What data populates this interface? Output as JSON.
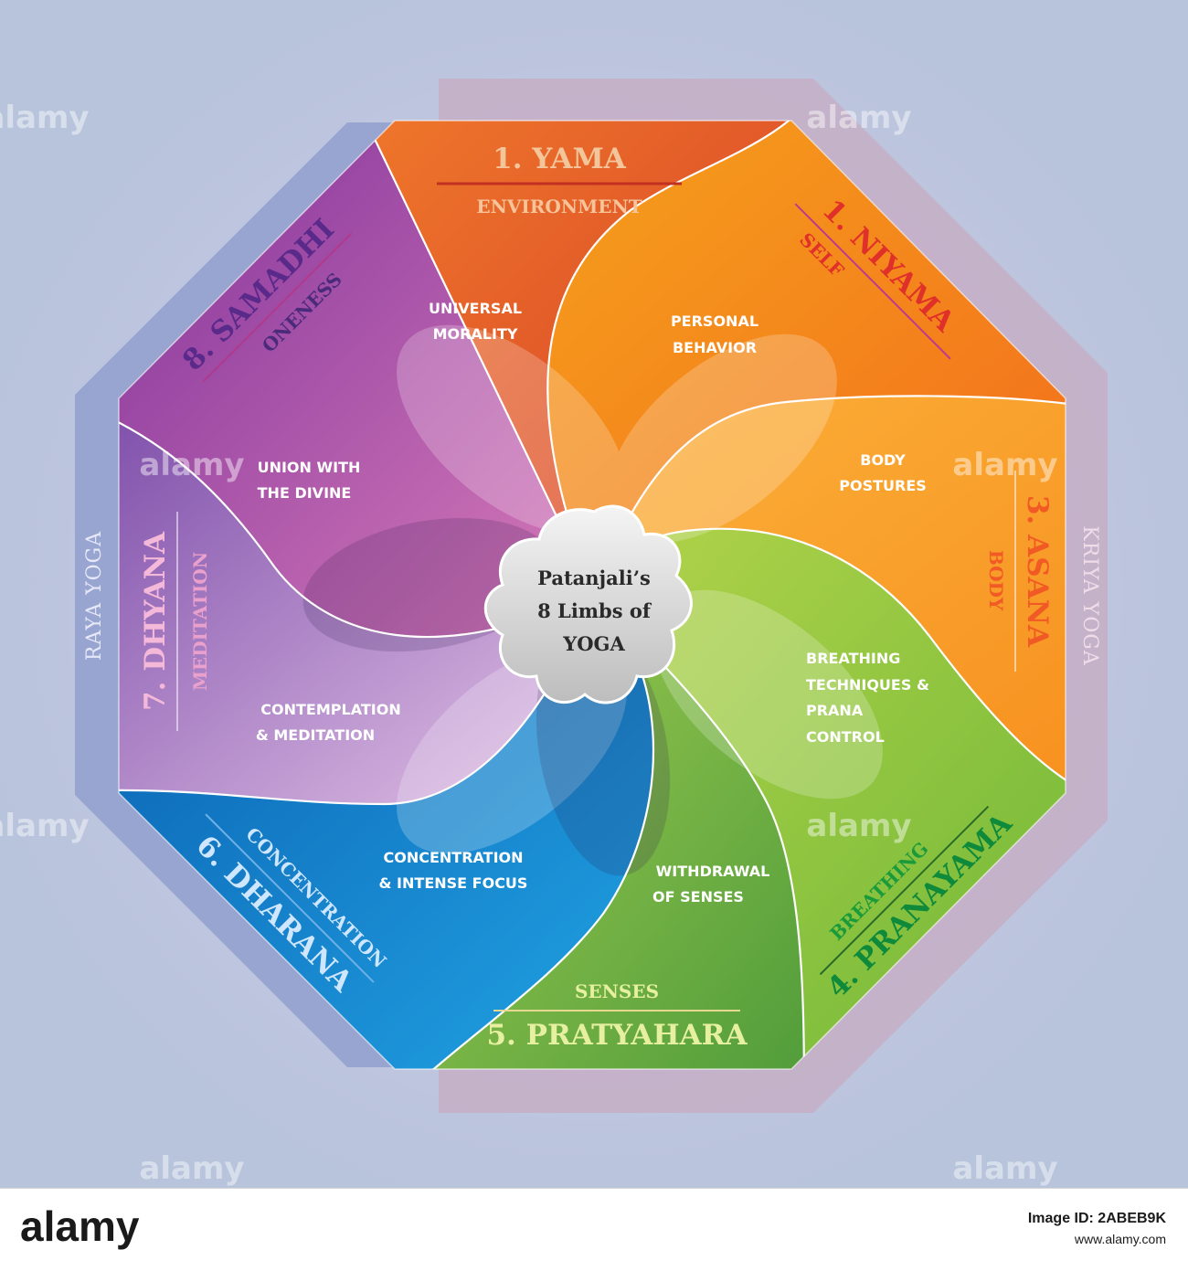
{
  "center": {
    "line1": "Patanjali’s",
    "line2": "8 Limbs of",
    "line3": "YOGA"
  },
  "side_labels": {
    "left": "RAYA YOGA",
    "right": "KRIYA YOGA"
  },
  "limbs": [
    {
      "title": "1. YAMA",
      "subtitle": "ENVIRONMENT",
      "desc": [
        "UNIVERSAL",
        "MORALITY"
      ],
      "color": "#e8502a"
    },
    {
      "title": "1. NIYAMA",
      "subtitle": "SELF",
      "desc": [
        "PERSONAL",
        "BEHAVIOR"
      ],
      "color": "#f47a1c"
    },
    {
      "title": "3. ASANA",
      "subtitle": "BODY",
      "desc": [
        "BODY",
        "POSTURES"
      ],
      "color": "#f9a426"
    },
    {
      "title": "4. PRANAYAMA",
      "subtitle": "BREATHING",
      "desc": [
        "BREATHING",
        "TECHNIQUES &",
        "PRANA",
        "CONTROL"
      ],
      "color": "#8cc63f"
    },
    {
      "title": "5. PRATYAHARA",
      "subtitle": "SENSES",
      "desc": [
        "WITHDRAWAL",
        "OF SENSES"
      ],
      "color": "#6cb33f"
    },
    {
      "title": "6. DHARANA",
      "subtitle": "CONCENTRATION",
      "desc": [
        "CONCENTRATION",
        "& INTENSE FOCUS"
      ],
      "color": "#1a86d6"
    },
    {
      "title": "7. DHYANA",
      "subtitle": "MEDITATION",
      "desc": [
        "CONTEMPLATION",
        "& MEDITATION"
      ],
      "color": "#8e4fb0"
    },
    {
      "title": "8. SAMADHI",
      "subtitle": "ONENESS",
      "desc": [
        "UNION WITH",
        "THE DIVINE"
      ],
      "color": "#a050b0"
    }
  ],
  "watermark": "alamy",
  "footer": {
    "logo": "alamy",
    "image_id_label": "Image ID: 2ABEB9K",
    "site": "www.alamy.com"
  }
}
